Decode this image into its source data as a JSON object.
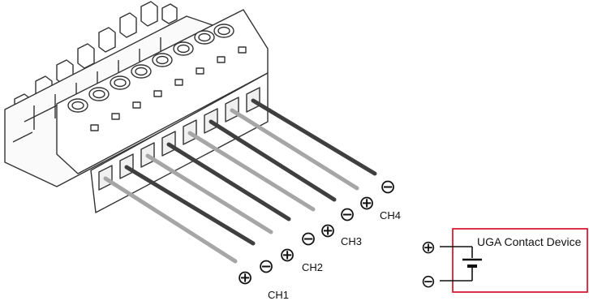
{
  "terminal_block": {
    "channels": [
      {
        "label": "CH1",
        "plus_symbol": "⊕",
        "minus_symbol": "⊖"
      },
      {
        "label": "CH2",
        "plus_symbol": "⊕",
        "minus_symbol": "⊖"
      },
      {
        "label": "CH3",
        "plus_symbol": "⊕",
        "minus_symbol": "⊖"
      },
      {
        "label": "CH4",
        "plus_symbol": "⊕",
        "minus_symbol": "⊖"
      }
    ],
    "wire_colors": {
      "plus": "#a6a6a6",
      "minus": "#3f3f3f"
    }
  },
  "contact_device": {
    "title": "UGA Contact Device",
    "plus_symbol": "⊕",
    "minus_symbol": "⊖",
    "border_color": "#d0021b"
  }
}
